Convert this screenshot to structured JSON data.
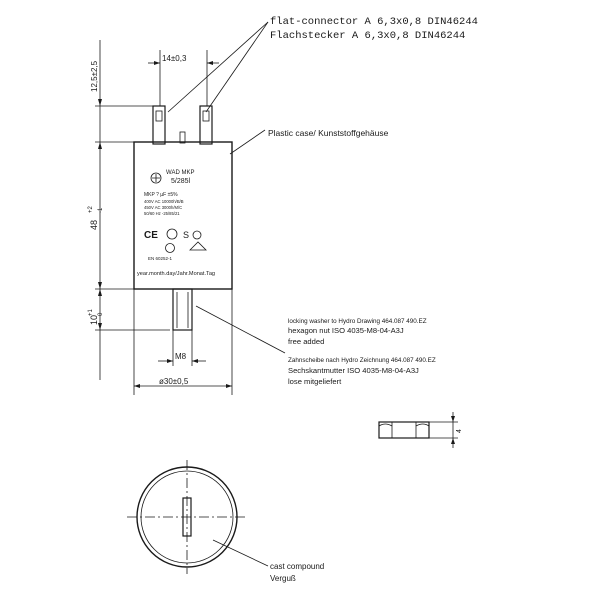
{
  "callouts": {
    "connector_en": "flat-connector  A 6,3x0,8  DIN46244",
    "connector_de": "Flachstecker  A 6,3x0,8  DIN46244",
    "case": "Plastic case/ Kunststoffgehäuse",
    "washer_en_1": "locking washer to Hydro Drawing 464.087 490.EZ",
    "washer_en_2": "hexagon nut ISO 4035-M8-04-A3J",
    "washer_en_3": "free added",
    "washer_de_1": "Zahnscheibe nach Hydro Zeichnung 464.087 490.EZ",
    "washer_de_2": "Sechskantmutter ISO 4035-M8-04-A3J",
    "washer_de_3": "lose mitgeliefert",
    "compound_en": "cast compound",
    "compound_de": "Verguß"
  },
  "dimensions": {
    "spacing": "14±0,3",
    "connector_height": "12,5±2,5",
    "body_height": "48",
    "body_height_tol_upper": "+2",
    "body_height_tol_lower": "-1",
    "stud_length": "10",
    "stud_tol_upper": "+1",
    "stud_tol_lower": "0",
    "thread": "M8",
    "diameter": "ø30±0,5",
    "nut_height": "4"
  },
  "label": {
    "brand_line": "WAD MKP",
    "capacitance": "5/285l",
    "spec_1": "MKP  ?  µF ±5%",
    "spec_2": "400V AC 10000h/B/B",
    "spec_3": "450V AC  3000h/M/C",
    "spec_4": "50/60 Hz -25/85/21",
    "standard": "EN 60252-1",
    "date": "year.month.day/Jahr.Monat.Tag"
  }
}
